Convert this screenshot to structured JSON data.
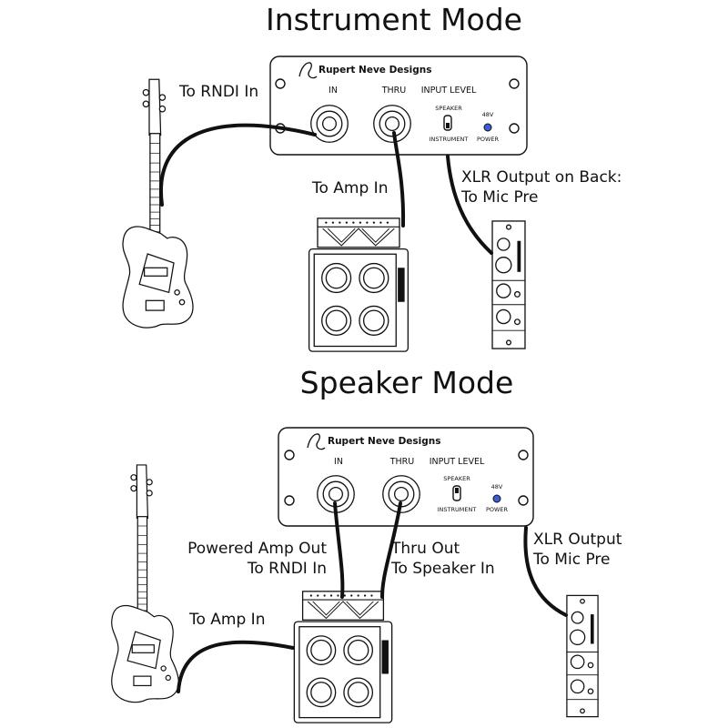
{
  "instrument_mode": {
    "title": "Instrument Mode",
    "labels": {
      "to_rndi": "To RNDI In",
      "to_amp": "To Amp In",
      "xlr_line1": "XLR Output on Back:",
      "xlr_line2": "To Mic Pre"
    },
    "panel": {
      "brand": "Rupert Neve Designs",
      "in": "IN",
      "thru": "THRU",
      "input_level": "INPUT LEVEL",
      "speaker": "SPEAKER",
      "instrument": "INSTRUMENT",
      "v48": "48V",
      "power": "POWER"
    }
  },
  "speaker_mode": {
    "title": "Speaker Mode",
    "labels": {
      "powered_amp_line1": "Powered Amp Out",
      "powered_amp_line2": "To RNDI In",
      "thru_out_line1": "Thru Out",
      "thru_out_line2": "To Speaker In",
      "to_amp": "To Amp In",
      "xlr_line1": "XLR Output",
      "xlr_line2": "To Mic Pre"
    },
    "panel": {
      "brand": "Rupert Neve Designs",
      "in": "IN",
      "thru": "THRU",
      "input_level": "INPUT LEVEL",
      "speaker": "SPEAKER",
      "instrument": "INSTRUMENT",
      "v48": "48V",
      "power": "POWER"
    }
  },
  "colors": {
    "line": "#111111",
    "led": "#3b5bdb",
    "background": "#ffffff"
  }
}
